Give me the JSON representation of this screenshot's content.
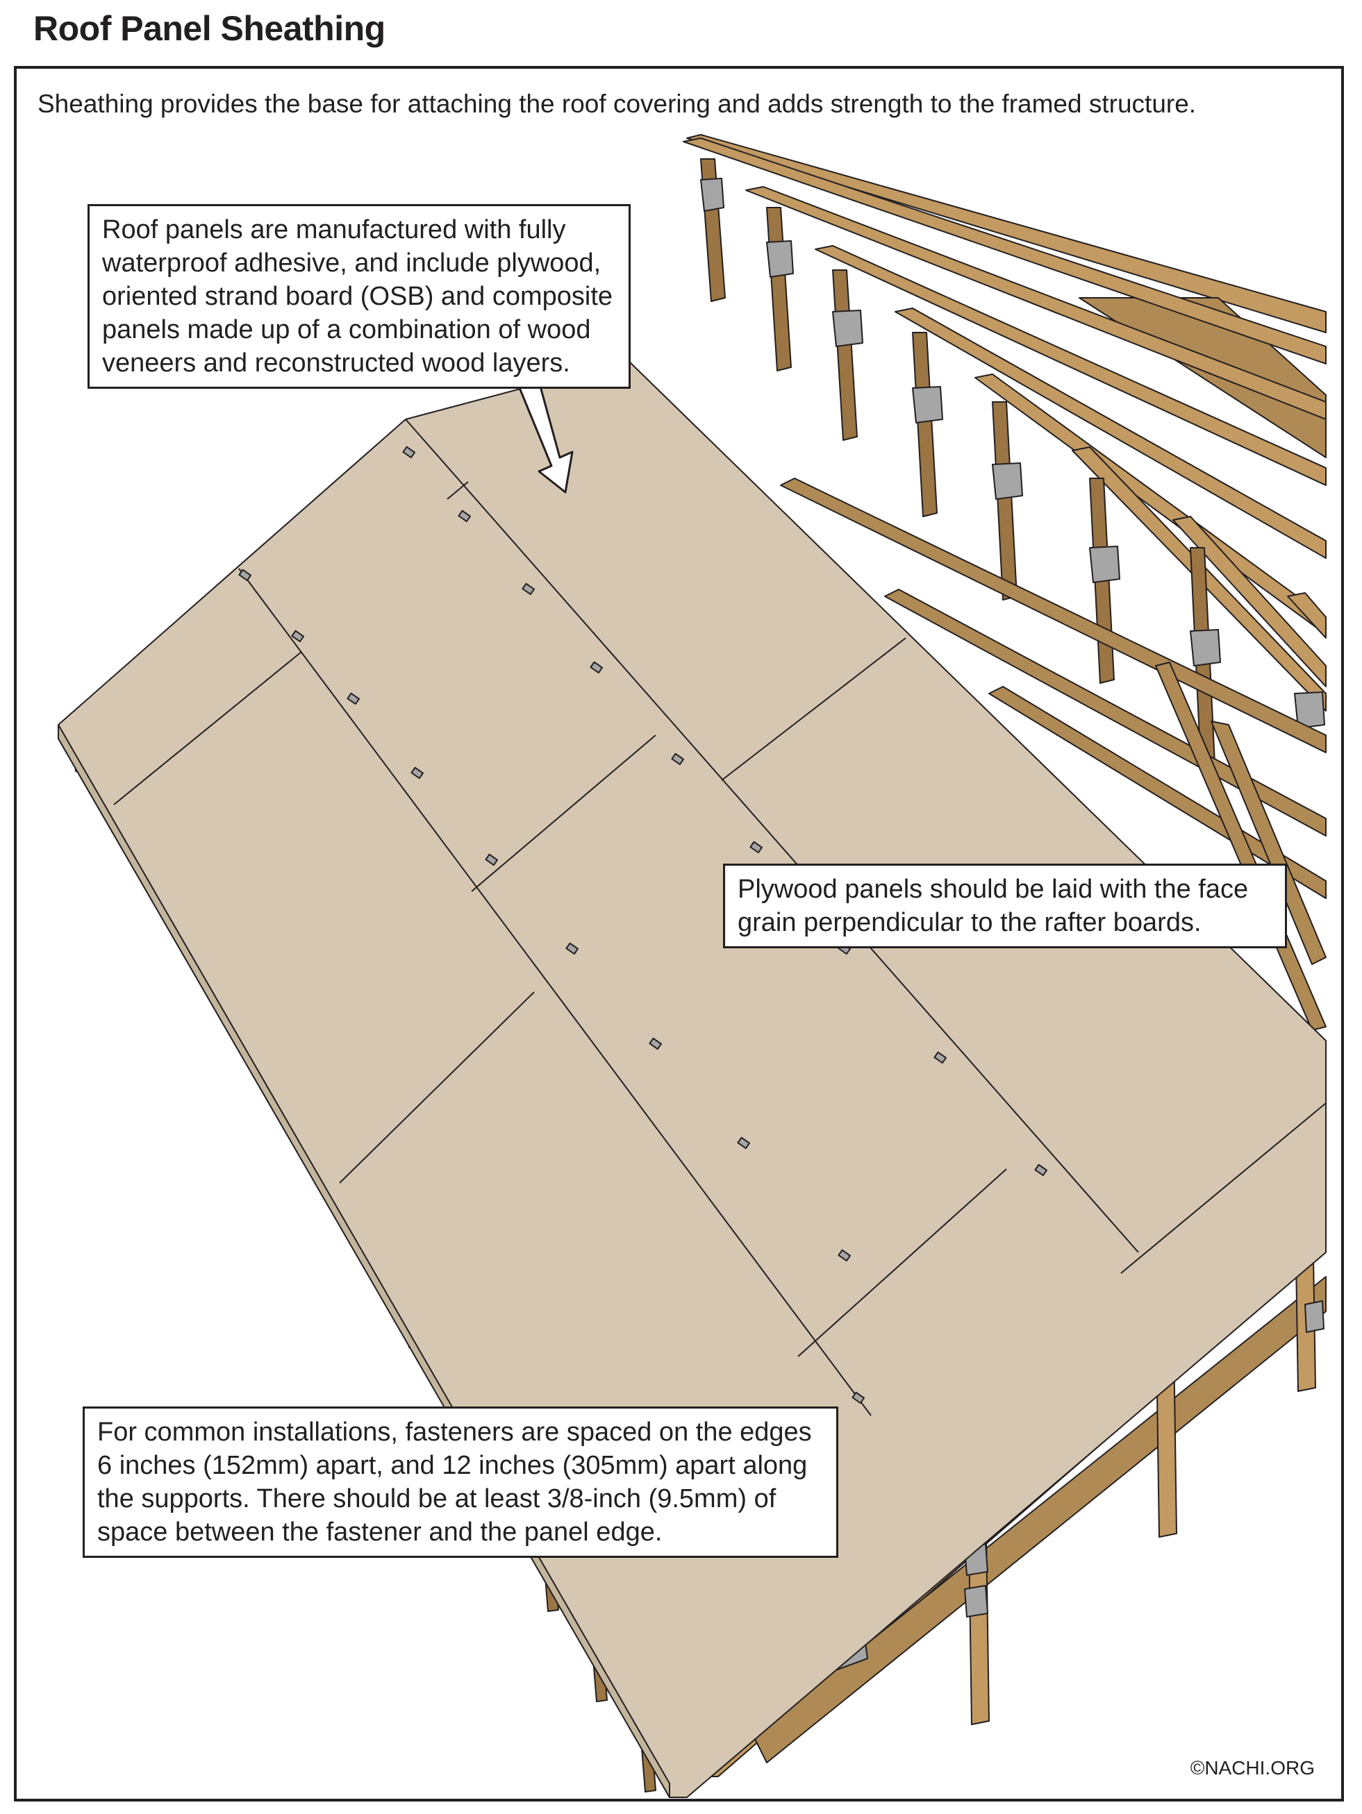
{
  "title": "Roof Panel Sheathing",
  "subtitle": "Sheathing provides the base for attaching the roof covering and adds strength to the framed structure.",
  "callouts": {
    "panels": "Roof panels are manufactured with fully waterproof adhesive, and include plywood, oriented strand board (OSB) and composite panels made up of a combination of wood veneers and reconstructed wood layers.",
    "plywood": "Plywood panels should be laid with the face grain perpendicular to the rafter boards.",
    "fasteners": "For common installations, fasteners are spaced on the edges 6 inches (152mm) apart, and 12 inches (305mm) apart along the supports. There should be at least 3/8-inch (9.5mm) of space between the fastener and the panel edge."
  },
  "copyright": "©NACHI.ORG",
  "colors": {
    "panel": "#d5c7b2",
    "wood": "#c29a62",
    "wood_shadow": "#9b7543",
    "plate": "#a6a6a6",
    "outline": "#231f20"
  }
}
